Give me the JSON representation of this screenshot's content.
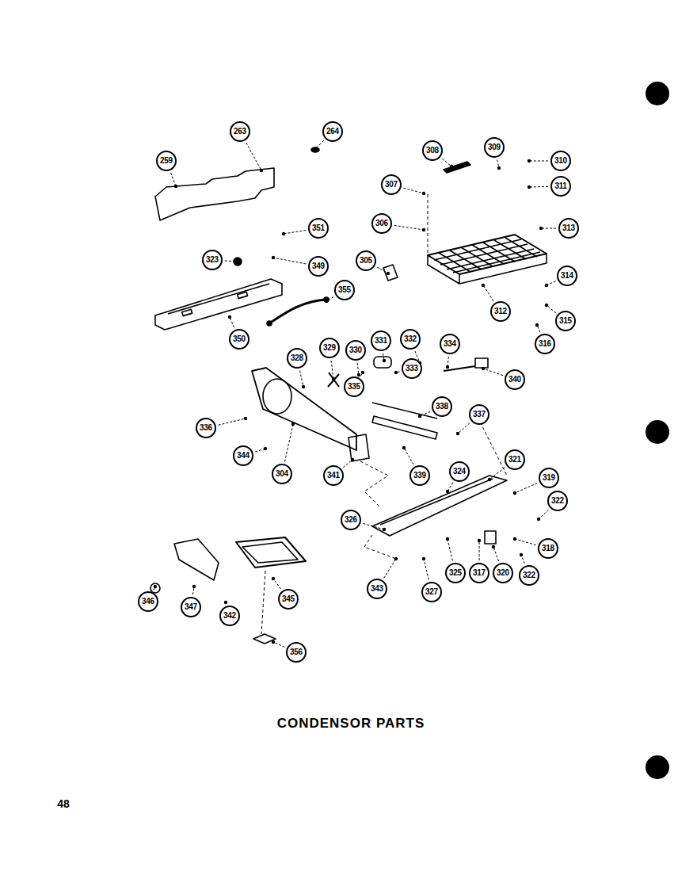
{
  "diagram": {
    "title": "CONDENSOR PARTS",
    "labels": [
      "259",
      "263",
      "264",
      "308",
      "309",
      "310",
      "311",
      "307",
      "306",
      "313",
      "351",
      "323",
      "349",
      "305",
      "314",
      "355",
      "312",
      "315",
      "350",
      "316",
      "328",
      "329",
      "330",
      "331",
      "332",
      "334",
      "333",
      "340",
      "335",
      "336",
      "338",
      "337",
      "339",
      "344",
      "304",
      "341",
      "324",
      "321",
      "319",
      "322",
      "326",
      "318",
      "325",
      "317",
      "320",
      "322",
      "343",
      "327",
      "346",
      "347",
      "342",
      "345",
      "356",
      "48"
    ]
  }
}
